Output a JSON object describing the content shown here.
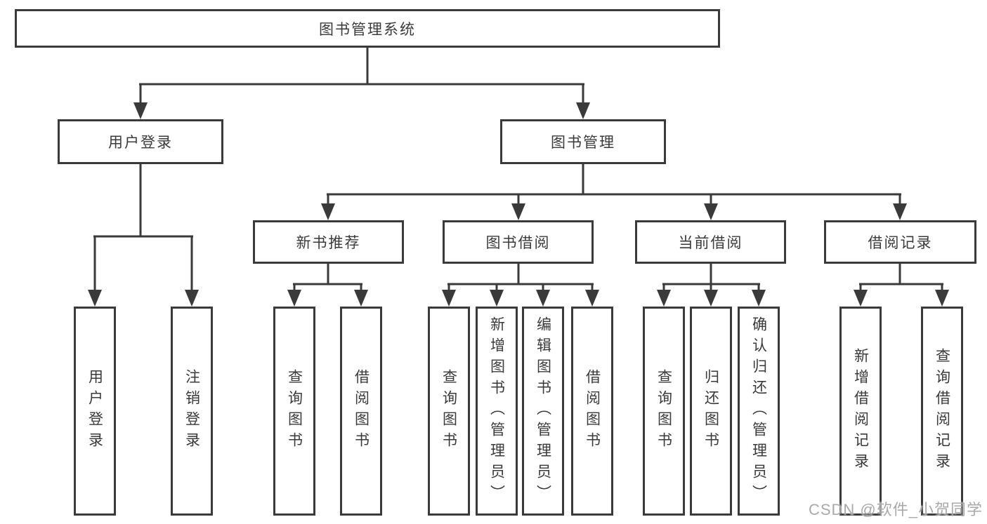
{
  "colors": {
    "line": "#3a3a3a",
    "text": "#3a3a3a",
    "background": "#ffffff",
    "watermark": "#a9a9a9"
  },
  "tree": {
    "label": "图书管理系统",
    "children": [
      {
        "label": "用户登录",
        "children": [
          {
            "label": "用户登录"
          },
          {
            "label": "注销登录"
          }
        ]
      },
      {
        "label": "图书管理",
        "children": [
          {
            "label": "新书推荐",
            "children": [
              {
                "label": "查询图书"
              },
              {
                "label": "借阅图书"
              }
            ]
          },
          {
            "label": "图书借阅",
            "children": [
              {
                "label": "查询图书"
              },
              {
                "label": "新增图书（管理员）"
              },
              {
                "label": "编辑图书（管理员）"
              },
              {
                "label": "借阅图书"
              }
            ]
          },
          {
            "label": "当前借阅",
            "children": [
              {
                "label": "查询图书"
              },
              {
                "label": "归还图书"
              },
              {
                "label": "确认归还（管理员）"
              }
            ]
          },
          {
            "label": "借阅记录",
            "children": [
              {
                "label": "新增借阅记录"
              },
              {
                "label": "查询借阅记录"
              }
            ]
          }
        ]
      }
    ]
  },
  "watermark": {
    "text": "CSDN @软件_小贺同学"
  }
}
